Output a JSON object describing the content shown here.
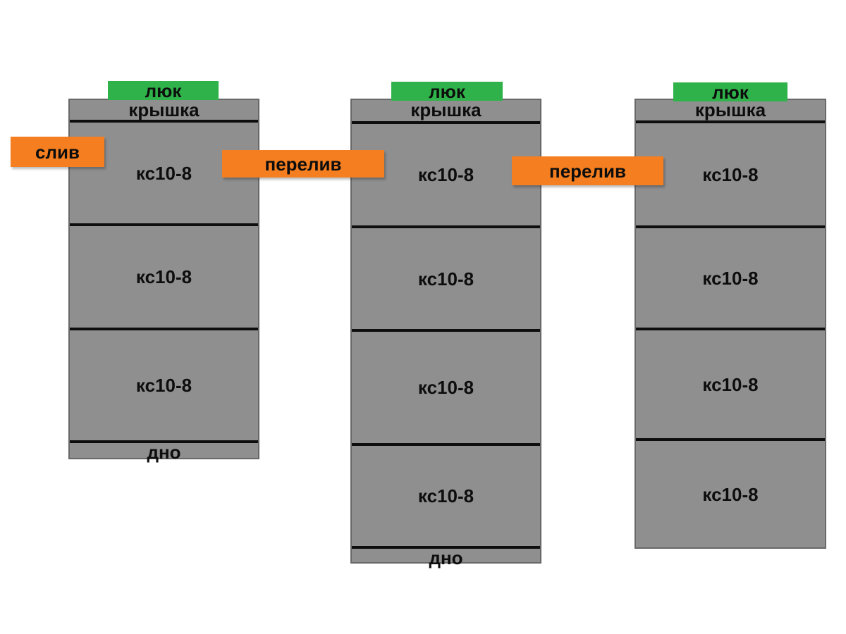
{
  "diagram": {
    "title_note": "three-well septic scheme of concrete rings",
    "colors": {
      "tank_gray": "#8f8f90",
      "tank_border_gray": "#68686a",
      "hatch_green": "#2fb24a",
      "tag_orange": "#f57f20",
      "divider_black": "#0e0e0e",
      "background_white": "#ffffff"
    },
    "drain": {
      "label": "слив"
    },
    "overflows": [
      {
        "label": "перелив"
      },
      {
        "label": "перелив"
      }
    ],
    "tanks": [
      {
        "hatch": "люк",
        "cover": "крышка",
        "rings": [
          "кс10-8",
          "кс10-8",
          "кс10-8"
        ],
        "bottom": "дно"
      },
      {
        "hatch": "люк",
        "cover": "крышка",
        "rings": [
          "кс10-8",
          "кс10-8",
          "кс10-8",
          "кс10-8"
        ],
        "bottom": "дно"
      },
      {
        "hatch": "люк",
        "cover": "крышка",
        "rings": [
          "кс10-8",
          "кс10-8",
          "кс10-8",
          "кс10-8"
        ]
      }
    ]
  }
}
